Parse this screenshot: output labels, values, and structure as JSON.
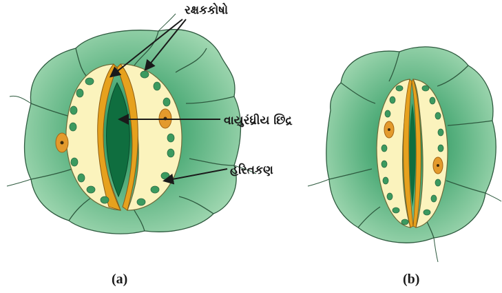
{
  "labels": {
    "guard_cells": "રક્ષકકોષો",
    "stomatal_pore": "વાયુરંધ્રીય છિદ્ર",
    "chloroplast": "હરિતકણ"
  },
  "captions": {
    "a": "(a)",
    "b": "(b)"
  },
  "colors": {
    "epidermis_light": "#a7dcb6",
    "epidermis_dark": "#4dab77",
    "cell_wall": "#2e5a3f",
    "guard_cell_fill": "#fbf3bd",
    "guard_cell_inner_wall": "#e6a11e",
    "chloroplast": "#3c9a5f",
    "nucleus": "#e39a2c",
    "pore": "#0f6e3f",
    "label_text": "#1a1a1a"
  },
  "states": [
    "open",
    "closed"
  ]
}
